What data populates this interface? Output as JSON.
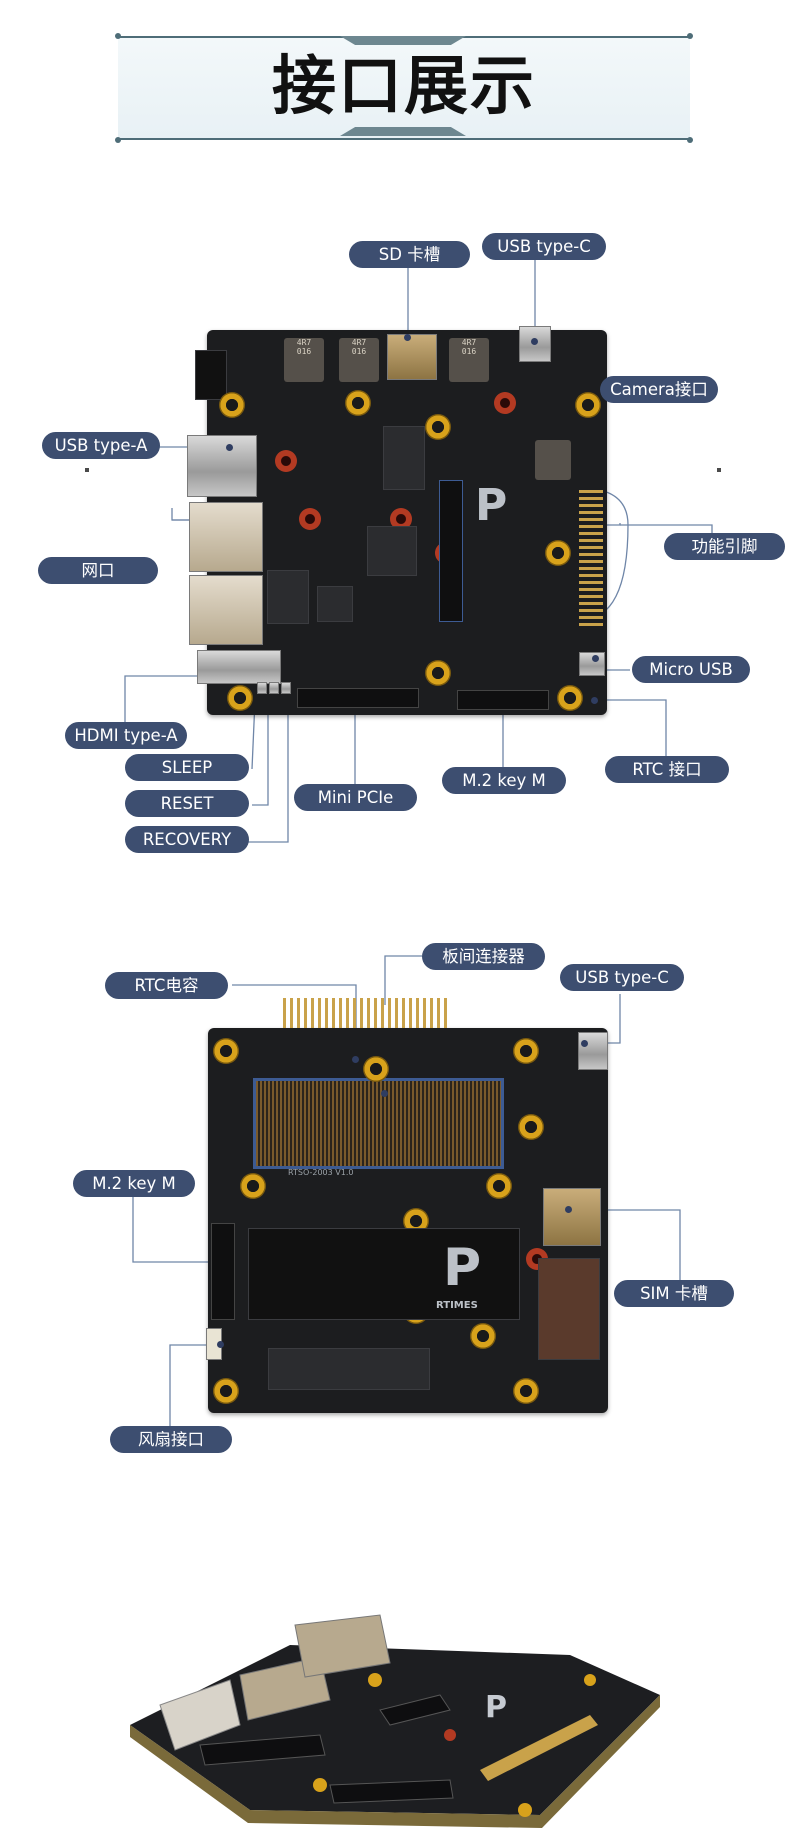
{
  "page": {
    "title": "接口展示"
  },
  "top_board": {
    "labels": {
      "sd_slot": "SD 卡槽",
      "usb_type_c": "USB type-C",
      "camera": "Camera接口",
      "usb_type_a": "USB type-A",
      "ethernet": "网口",
      "function_pins": "功能引脚",
      "micro_usb": "Micro USB",
      "hdmi": "HDMI type-A",
      "sleep": "SLEEP",
      "reset": "RESET",
      "recovery": "RECOVERY",
      "mini_pcie": "Mini PCIe",
      "m2_key_m": "M.2 key M",
      "rtc": "RTC 接口"
    }
  },
  "bottom_board": {
    "labels": {
      "rtc_cap": "RTC电容",
      "board_connector": "板间连接器",
      "usb_type_c": "USB type-C",
      "m2_key_m": "M.2 key M",
      "sim_slot": "SIM 卡槽",
      "fan": "风扇接口"
    },
    "silkscreen": "RTSO-2003 V1.0"
  },
  "logo_text": "RTIMES"
}
